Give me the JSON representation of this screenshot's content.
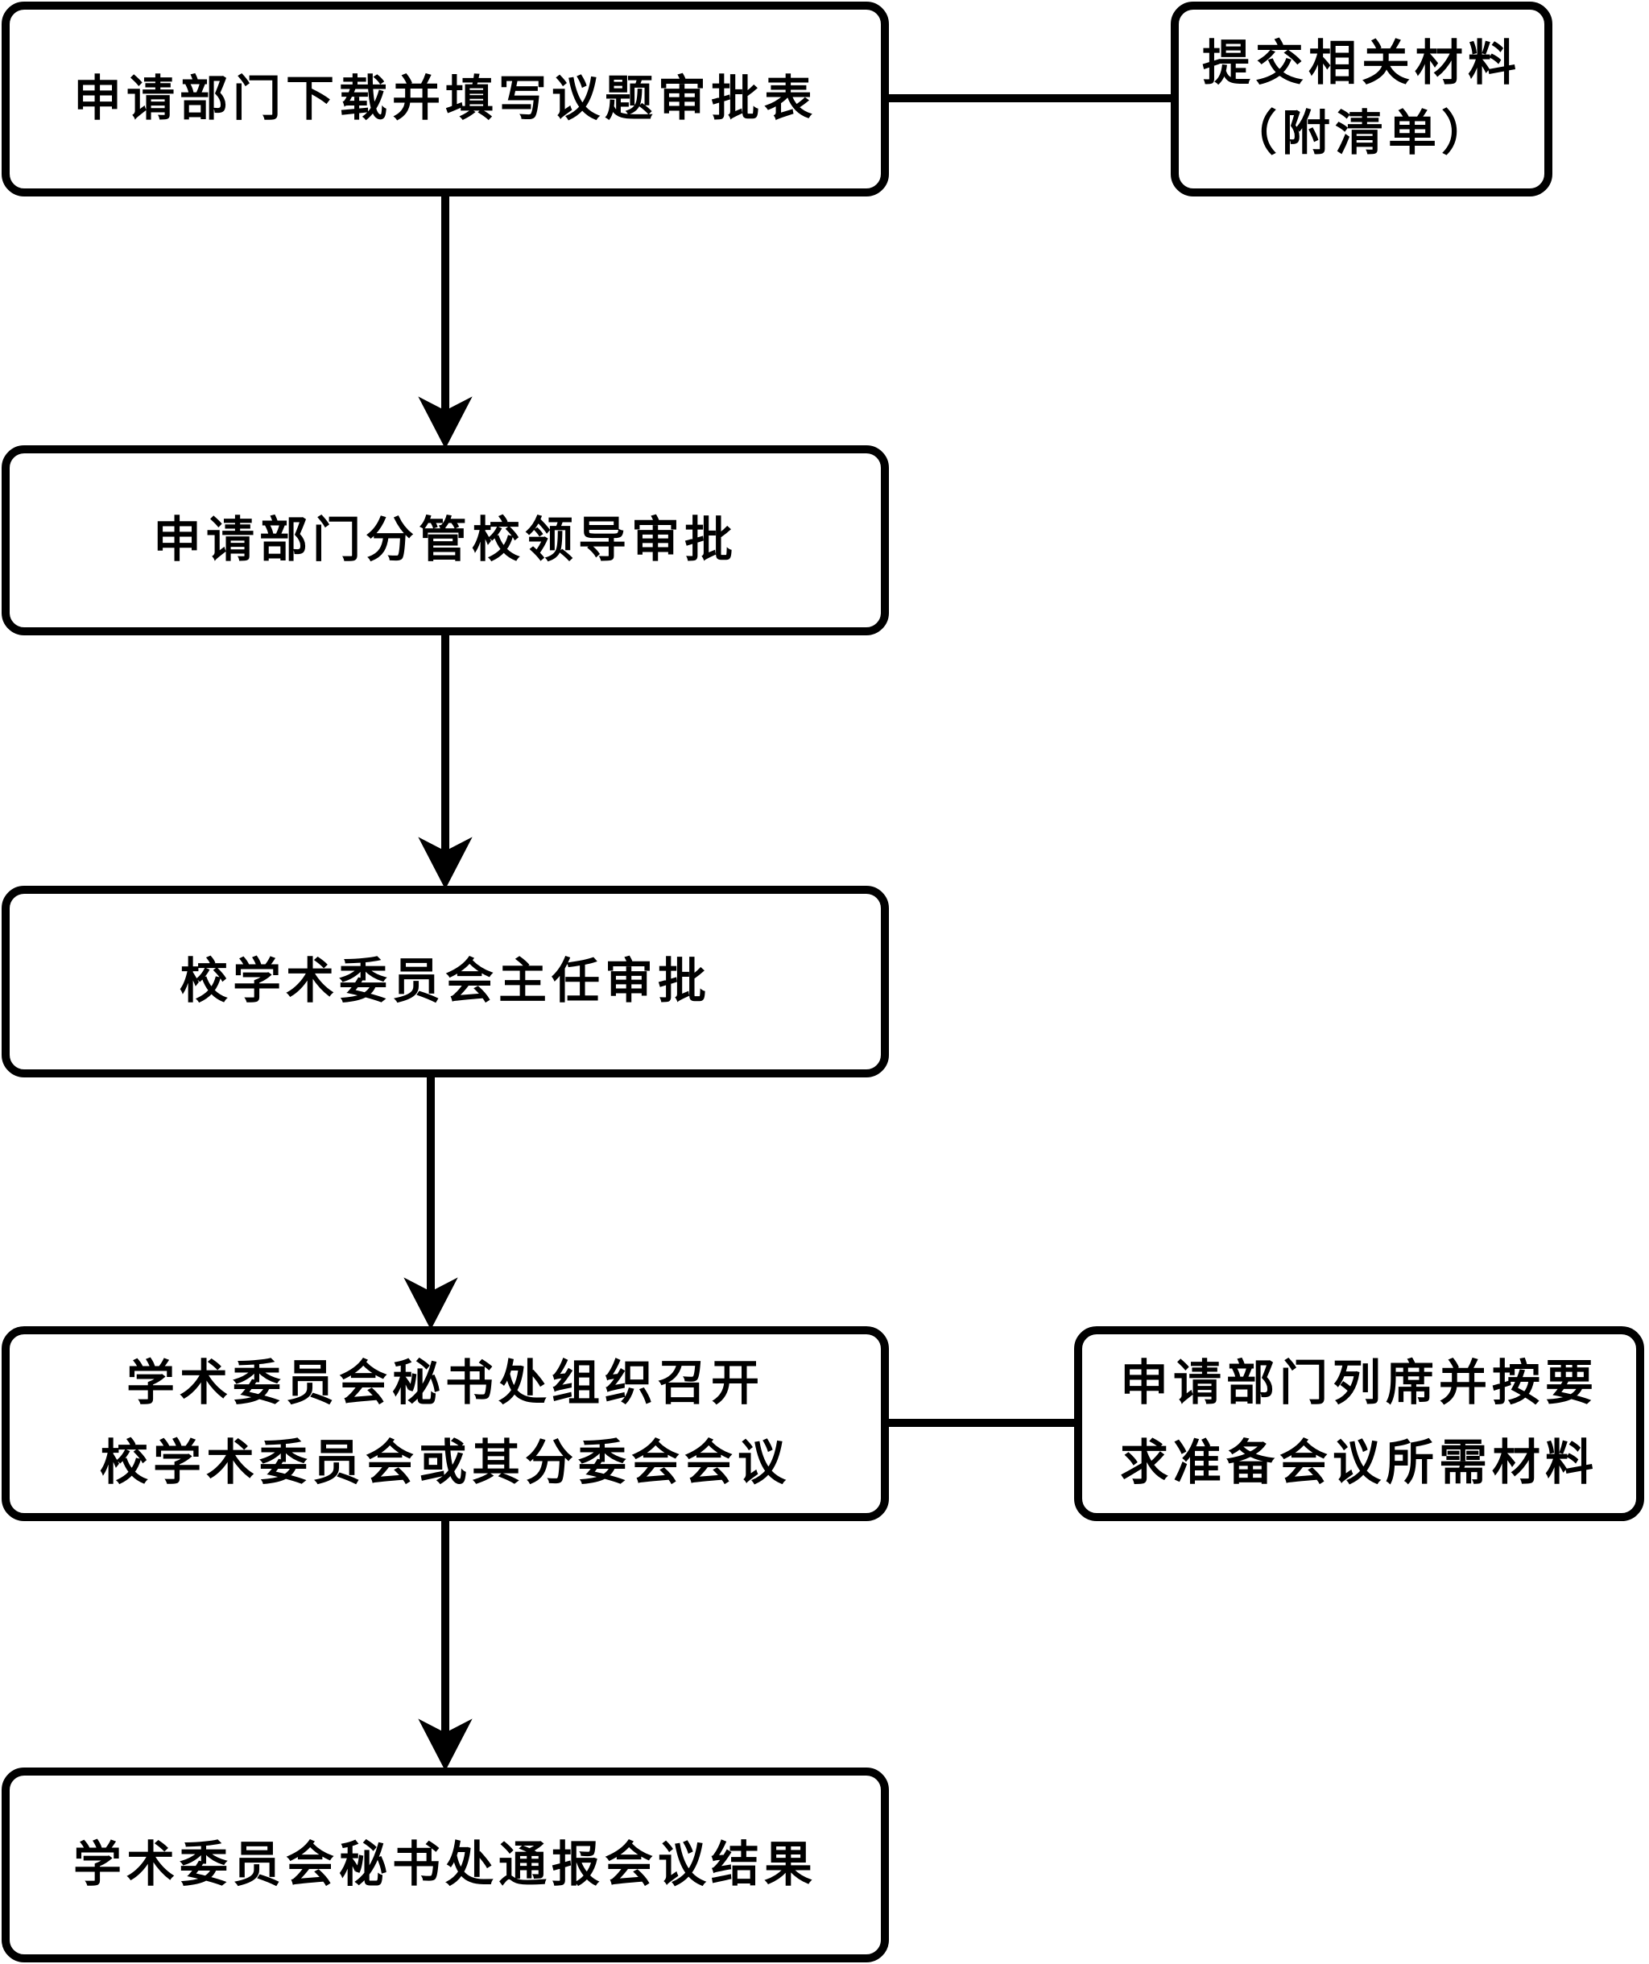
{
  "flowchart": {
    "steps": [
      {
        "lines": [
          "申请部门下载并填写议题审批表"
        ]
      },
      {
        "lines": [
          "申请部门分管校领导审批"
        ]
      },
      {
        "lines": [
          "校学术委员会主任审批"
        ]
      },
      {
        "lines": [
          "学术委员会秘书处组织召开",
          "校学术委员会或其分委会会议"
        ]
      },
      {
        "lines": [
          "学术委员会秘书处通报会议结果"
        ]
      }
    ],
    "notes": [
      {
        "lines": [
          "提交相关材料",
          "（附清单）"
        ]
      },
      {
        "lines": [
          "申请部门列席并按要",
          "求准备会议所需材料"
        ]
      }
    ]
  },
  "colors": {
    "stroke": "#000000",
    "background": "#ffffff"
  }
}
